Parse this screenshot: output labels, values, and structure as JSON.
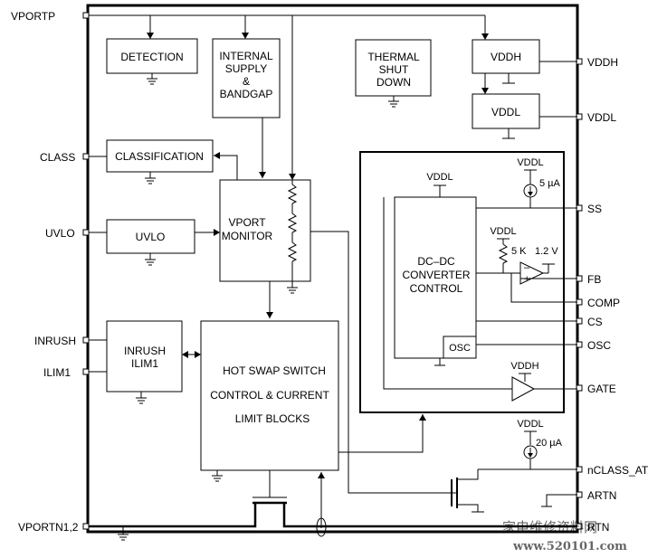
{
  "pins_left": {
    "vportp": "VPORTP",
    "class": "CLASS",
    "uvlo": "UVLO",
    "inrush": "INRUSH",
    "ilim1": "ILIM1",
    "vportn": "VPORTN1,2"
  },
  "pins_right": {
    "vddh": "VDDH",
    "vddl": "VDDL",
    "ss": "SS",
    "fb": "FB",
    "comp": "COMP",
    "cs": "CS",
    "osc": "OSC",
    "gate": "GATE",
    "nclass_at": "nCLASS_AT",
    "artn": "ARTN",
    "rtn": "RTN"
  },
  "blocks": {
    "detection": "DETECTION",
    "internal_supply": [
      "INTERNAL",
      "SUPPLY",
      "&",
      "BANDGAP"
    ],
    "thermal": [
      "THERMAL",
      "SHUT",
      "DOWN"
    ],
    "vddh": "VDDH",
    "vddl": "VDDL",
    "classification": "CLASSIFICATION",
    "vport_monitor": [
      "VPORT",
      "MONITOR"
    ],
    "uvlo": "UVLO",
    "inrush": [
      "INRUSH",
      "ILIM1"
    ],
    "hot_swap": [
      "HOT SWAP SWITCH",
      "CONTROL & CURRENT",
      "LIMIT BLOCKS"
    ],
    "dcdc": [
      "DC–DC",
      "CONVERTER",
      "CONTROL"
    ],
    "osc": "OSC"
  },
  "labels": {
    "vddl_top": "VDDL",
    "vddl_ss": "VDDL",
    "current_5ua": "5 µA",
    "vddl_res": "VDDL",
    "res_5k": "5 K",
    "ref_1v2": "1.2 V",
    "vddh_gate": "VDDH",
    "vddl_class": "VDDL",
    "current_20ua": "20 µA"
  },
  "watermark": {
    "cn": "家电维修资料网",
    "url": "www.520101.com"
  }
}
